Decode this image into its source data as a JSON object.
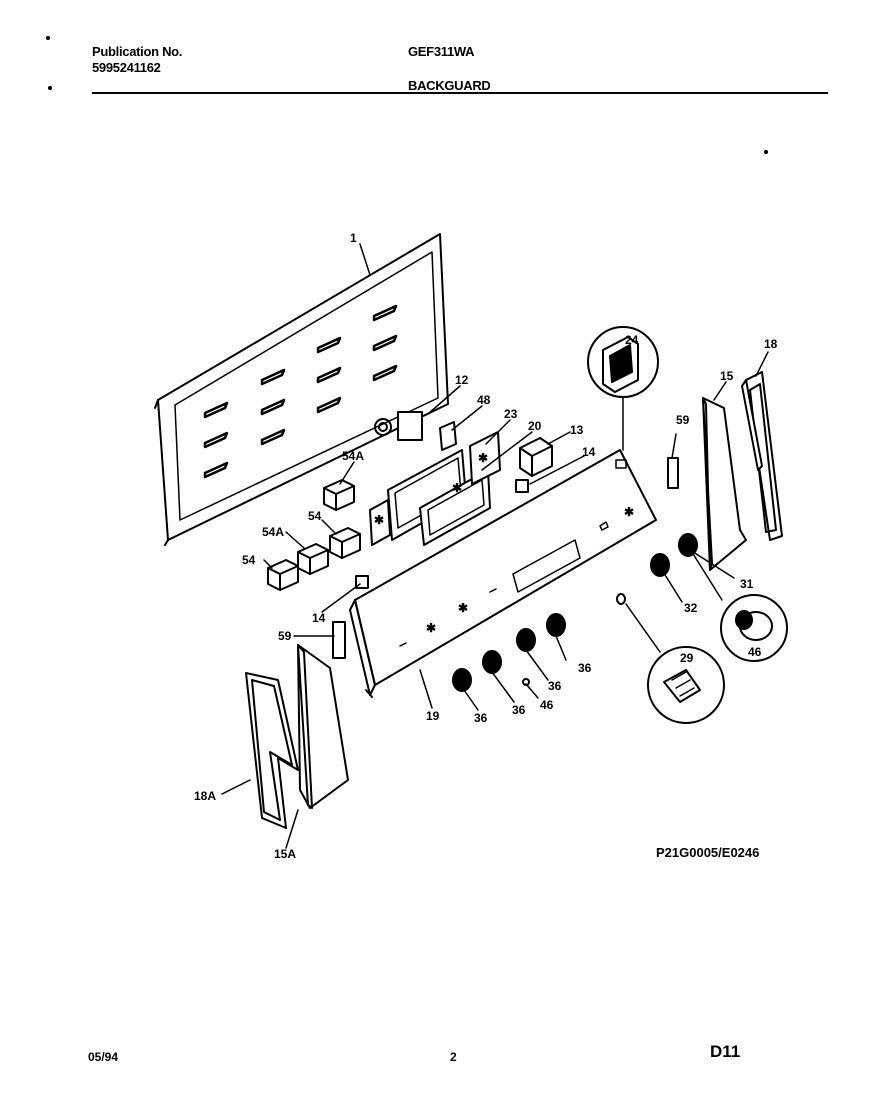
{
  "header": {
    "publication_label": "Publication No.",
    "publication_number": "5995241162",
    "model": "GEF311WA",
    "section": "BACKGUARD"
  },
  "diagram": {
    "callouts": {
      "c1": "1",
      "c12": "12",
      "c48": "48",
      "c23": "23",
      "c20": "20",
      "c13": "13",
      "c14a": "14",
      "c14b": "14",
      "c54a1": "54A",
      "c54a2": "54A",
      "c54a": "54",
      "c54b": "54",
      "c24": "24",
      "c18": "18",
      "c15": "15",
      "c59a": "59",
      "c59b": "59",
      "c31": "31",
      "c32": "32",
      "c46a": "46",
      "c46b": "46",
      "c29": "29",
      "c36a": "36",
      "c36b": "36",
      "c36c": "36",
      "c36d": "36",
      "c19": "19",
      "c18a": "18A",
      "c15a": "15A"
    },
    "figure_code": "P21G0005/E0246"
  },
  "footer": {
    "date": "05/94",
    "page": "2",
    "page_id": "D11"
  }
}
